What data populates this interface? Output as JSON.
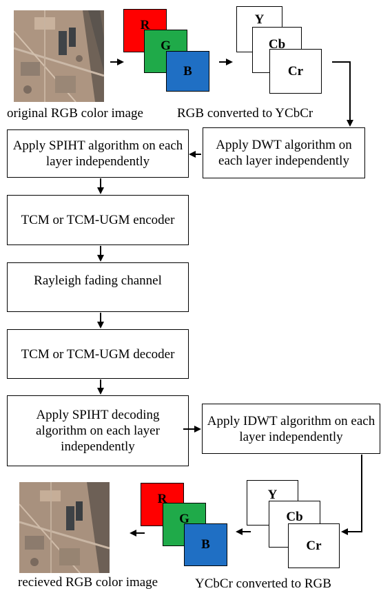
{
  "top_row": {
    "original_caption": "original RGB color image",
    "rgb_to_ycbcr_caption": "RGB converted to YCbCr",
    "rgb_layers": [
      "R",
      "G",
      "B"
    ],
    "ycbcr_layers": [
      "Y",
      "Cb",
      "Cr"
    ]
  },
  "flow": {
    "dwt_box": "Apply DWT algorithm on each layer independently",
    "spiht_box": "Apply SPIHT algorithm on each layer independently",
    "encoder_box": "TCM or TCM-UGM encoder",
    "channel_box": "Rayleigh fading channel",
    "decoder_box": "TCM or TCM-UGM decoder",
    "spiht_decoding_box": "Apply SPIHT decoding algorithm on each layer independently",
    "idwt_box": "Apply IDWT algorithm on each layer independently"
  },
  "bottom_row": {
    "received_caption": "recieved RGB color image",
    "ycbcr_to_rgb_caption": "YCbCr converted to RGB",
    "rgb_layers": [
      "R",
      "G",
      "B"
    ],
    "ycbcr_layers": [
      "Y",
      "Cb",
      "Cr"
    ]
  },
  "colors": {
    "red_layer": "#ff0000",
    "green_layer": "#1faa49",
    "blue_layer": "#1f6fc4"
  }
}
